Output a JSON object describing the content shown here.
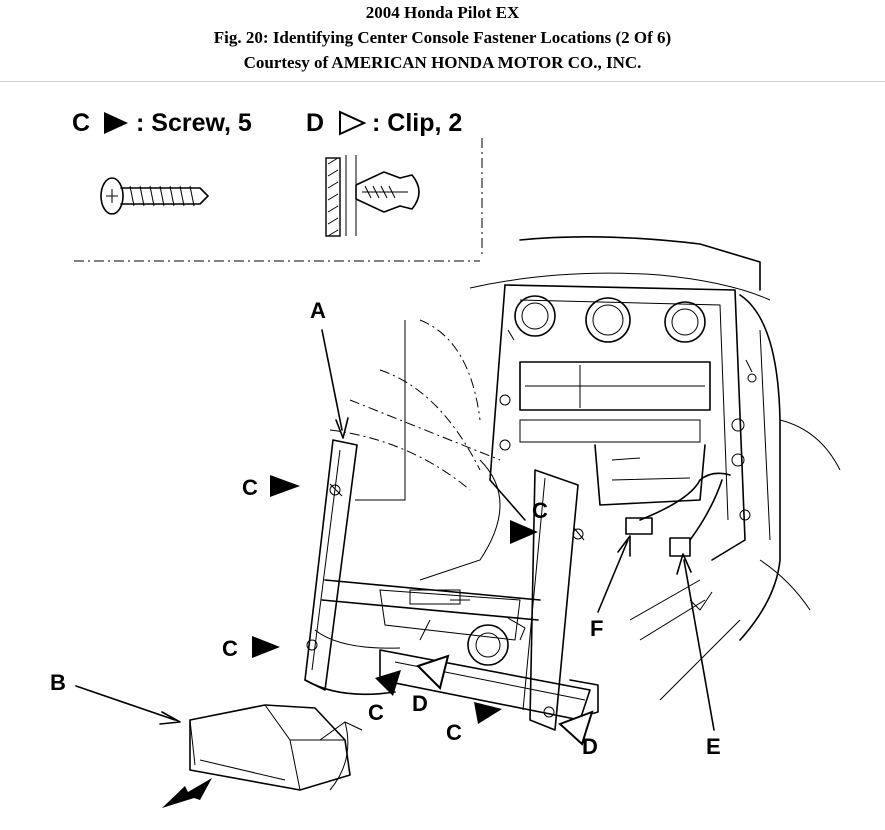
{
  "header": {
    "line1": "2004 Honda Pilot EX",
    "line2": "Fig. 20: Identifying Center Console Fastener Locations (2 Of 6)",
    "line3": "Courtesy of AMERICAN HONDA MOTOR CO., INC."
  },
  "legend": {
    "screw": {
      "letter": "C",
      "text": ": Screw, 5"
    },
    "clip": {
      "letter": "D",
      "text": ": Clip, 2"
    }
  },
  "callouts": {
    "A": "A",
    "B": "B",
    "C": "C",
    "D": "D",
    "E": "E",
    "F": "F"
  }
}
